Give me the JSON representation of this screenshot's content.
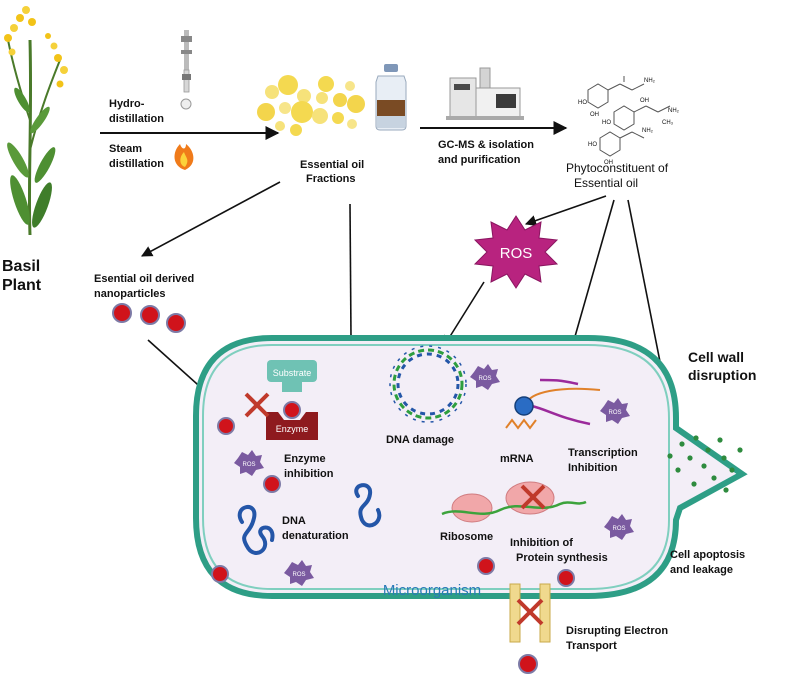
{
  "plant": {
    "line1": "Basil",
    "line2": "Plant"
  },
  "extraction": {
    "hydro_line1": "Hydro-",
    "hydro_line2": "distillation",
    "steam_line1": "Steam",
    "steam_line2": "distillation"
  },
  "fractions": {
    "line1": "Essential oil",
    "line2": "Fractions"
  },
  "gcms": {
    "line1": "GC-MS & isolation",
    "line2": "and purification"
  },
  "phyto": {
    "line1": "Phytoconstituent of",
    "line2": "Essential oil",
    "chem_labels": [
      "HO",
      "OH",
      "NH₂",
      "OH",
      "HO",
      "NH₂",
      "HO",
      "OH",
      "NH₂",
      "CH₃"
    ]
  },
  "nano": {
    "line1": "Esential oil derived",
    "line2": "nanoparticles"
  },
  "ros_label": "ROS",
  "cell_wall": {
    "line1": "Cell wall",
    "line2": "disruption"
  },
  "substrate": "Substrate",
  "enzyme": "Enzyme",
  "enzyme_inhibition": {
    "line1": "Enzyme",
    "line2": "inhibition"
  },
  "dna_damage": "DNA damage",
  "mrna": "mRNA",
  "transcription": {
    "line1": "Transcription",
    "line2": "Inhibition"
  },
  "dna_denaturation": {
    "line1": "DNA",
    "line2": "denaturation"
  },
  "ribosome": "Ribosome",
  "protein_synthesis": {
    "line1": "Inhibition of",
    "line2": "Protein synthesis"
  },
  "microorganism": "Microorganism",
  "apoptosis": {
    "line1": "Cell apoptosis",
    "line2": "and leakage"
  },
  "electron": {
    "line1": "Disrupting Electron",
    "line2": "Transport"
  },
  "colors": {
    "membrane": "#2e9e86",
    "cytoplasm": "#f3eef7",
    "ros": "#b8237f",
    "ros_small": "#7a5aa0",
    "nanoparticle": "#d0131b",
    "enzyme": "#8e1a1e",
    "substrate": "#6fc2b4",
    "inhibit_x": "#c0392b",
    "dna_blue": "#2456a8",
    "dna_green": "#2e9e3e",
    "ribosome": "#f1a7a9",
    "oil_drop": "#f6e27a",
    "leak_dot": "#2e8b3e",
    "microorganism_text": "#2a7ab8"
  }
}
